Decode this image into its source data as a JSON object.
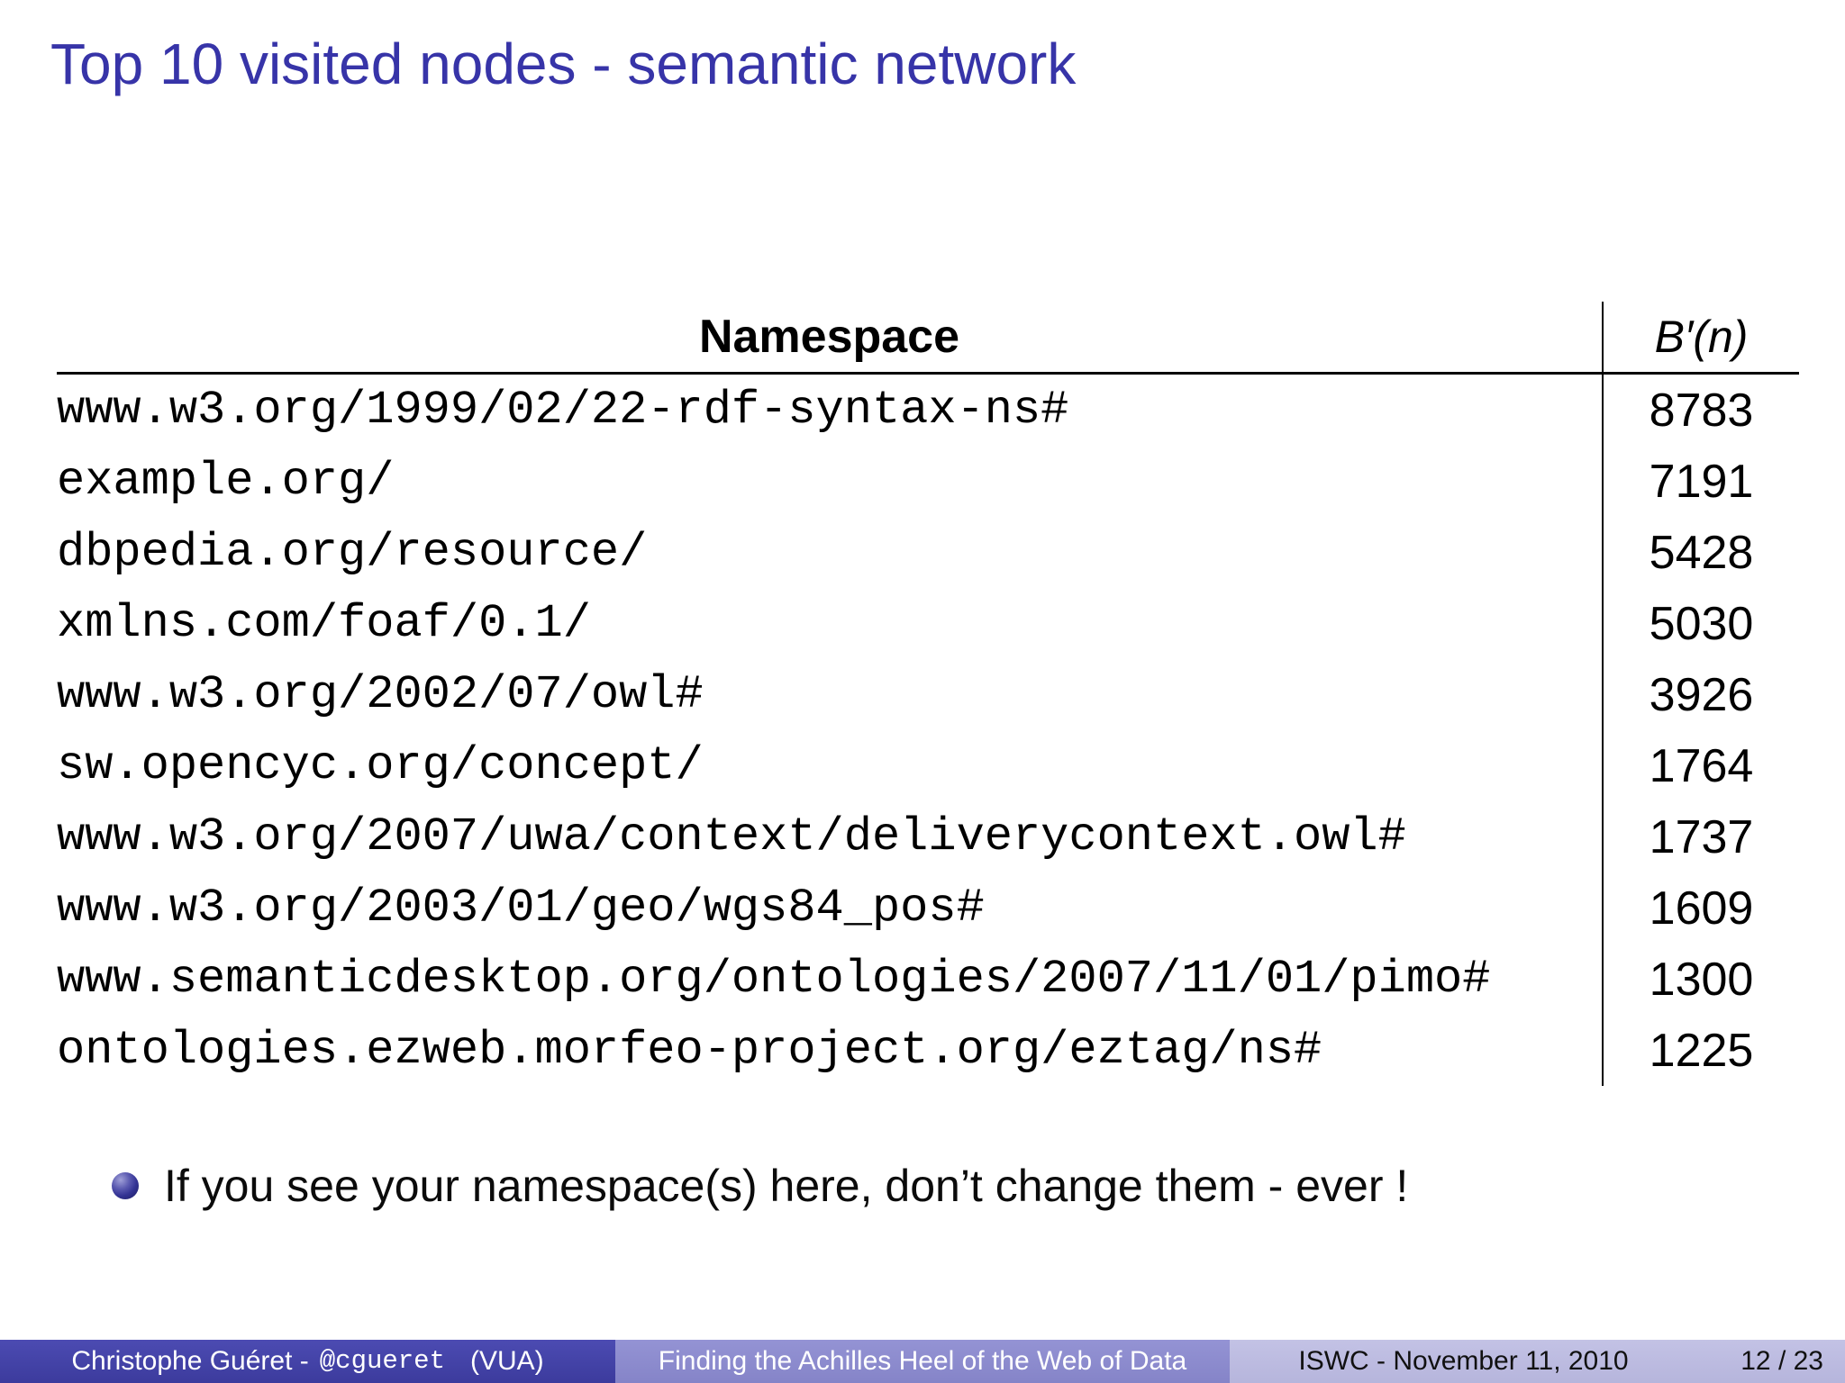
{
  "slide": {
    "title": "Top 10 visited nodes - semantic network",
    "table": {
      "headers": {
        "namespace": "Namespace",
        "metric": "B′(n)"
      },
      "rows": [
        {
          "namespace": "www.w3.org/1999/02/22-rdf-syntax-ns#",
          "value": "8783"
        },
        {
          "namespace": "example.org/",
          "value": "7191"
        },
        {
          "namespace": "dbpedia.org/resource/",
          "value": "5428"
        },
        {
          "namespace": "xmlns.com/foaf/0.1/",
          "value": "5030"
        },
        {
          "namespace": "www.w3.org/2002/07/owl#",
          "value": "3926"
        },
        {
          "namespace": "sw.opencyc.org/concept/",
          "value": "1764"
        },
        {
          "namespace": "www.w3.org/2007/uwa/context/deliverycontext.owl#",
          "value": "1737"
        },
        {
          "namespace": "www.w3.org/2003/01/geo/wgs84_pos#",
          "value": "1609"
        },
        {
          "namespace": "www.semanticdesktop.org/ontologies/2007/11/01/pimo#",
          "value": "1300"
        },
        {
          "namespace": "ontologies.ezweb.morfeo-project.org/eztag/ns#",
          "value": "1225"
        }
      ]
    },
    "bullet": "If you see your namespace(s) here, don’t change them - ever !",
    "footer": {
      "author_prefix": "Christophe Guéret -",
      "author_handle": "@cgueret",
      "author_institute": "(VUA)",
      "talk_title": "Finding the Achilles Heel of the Web of Data",
      "venue_date": "ISWC - November 11, 2010",
      "page_indicator": "12 / 23"
    },
    "colors": {
      "title_blue": "#3734a8",
      "footer_section1_bg": "#403fa3",
      "footer_section2_bg": "#8c8bcd",
      "footer_section3_bg": "#bcbbe0",
      "footer_light_text": "#ffffff",
      "footer_dark_text": "#111111",
      "bullet_ball": "#333394"
    }
  }
}
